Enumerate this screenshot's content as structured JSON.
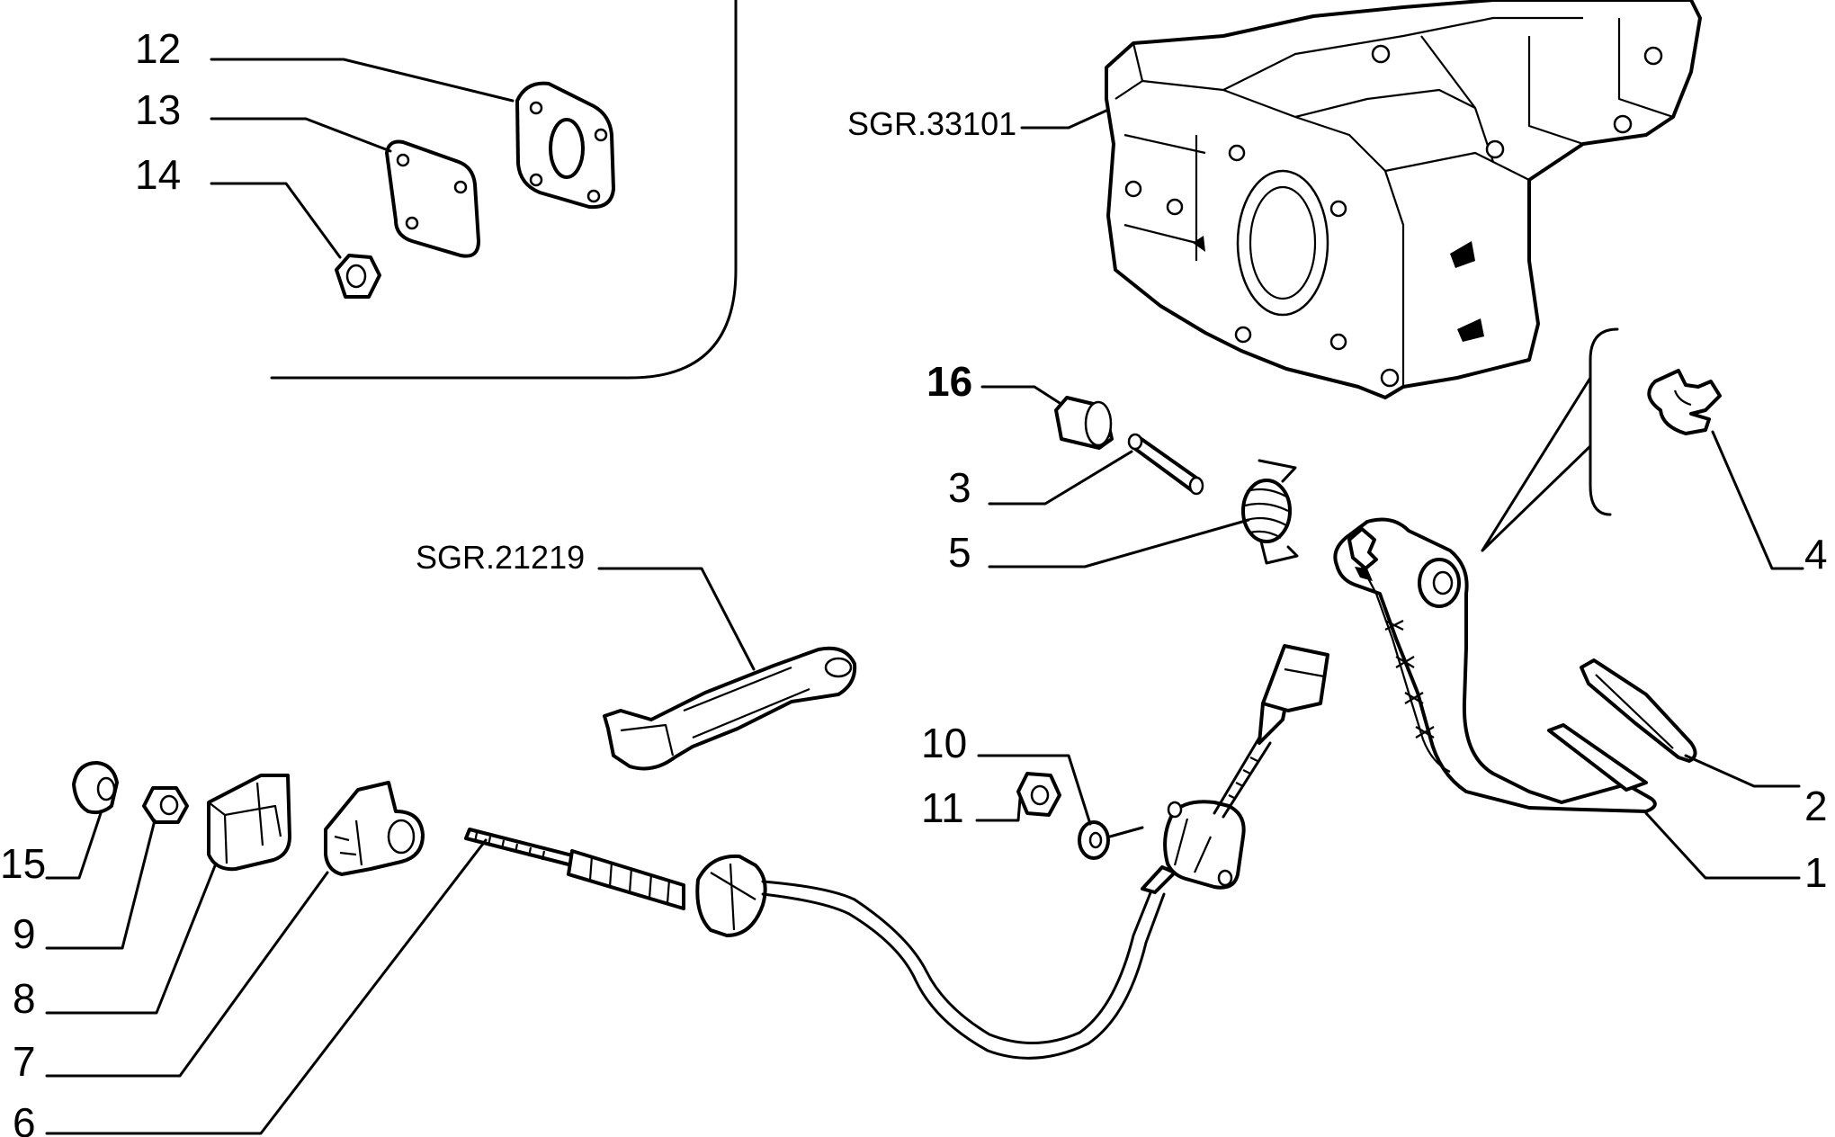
{
  "callouts": {
    "n1": "1",
    "n2": "2",
    "n3": "3",
    "n4": "4",
    "n5": "5",
    "n6": "6",
    "n7": "7",
    "n8": "8",
    "n9": "9",
    "n10": "10",
    "n11": "11",
    "n12": "12",
    "n13": "13",
    "n14": "14",
    "n15": "15",
    "n16": "16"
  },
  "references": {
    "frame": "SGR.33101",
    "lever": "SGR.21219"
  },
  "colors": {
    "ink": "#000000",
    "paper": "#ffffff"
  }
}
